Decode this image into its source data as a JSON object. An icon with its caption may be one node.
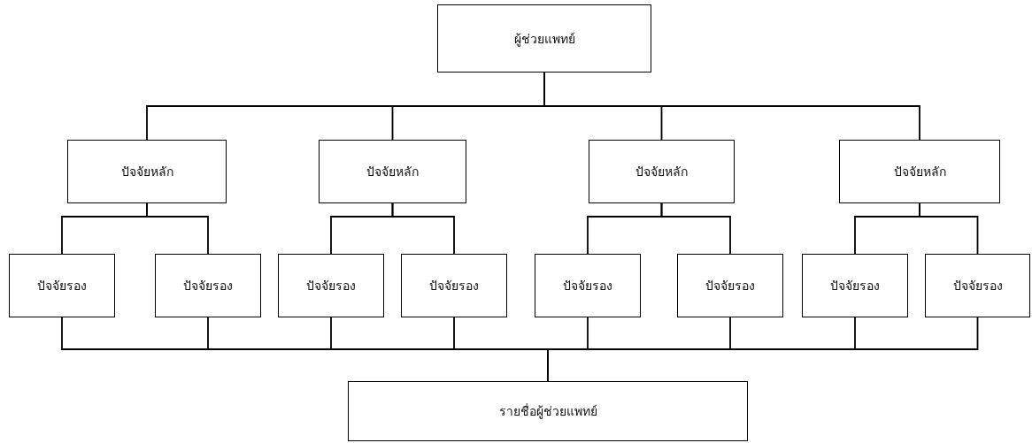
{
  "diagram": {
    "nodes": [
      {
        "text": [
          "ผู้ช่วยแพทย์"
        ]
      },
      {
        "text": [
          "ปัจจัยหลัก"
        ]
      },
      {
        "text": [
          "ปัจจัยหลัก"
        ]
      },
      {
        "text": [
          "ปัจจัยหลัก"
        ]
      },
      {
        "text": [
          "ปัจจัยหลัก"
        ]
      },
      {
        "text": [
          "ปัจจัยรอง"
        ]
      },
      {
        "text": [
          "ปัจจัยรอง"
        ]
      },
      {
        "text": [
          "ปัจจัยรอง"
        ]
      },
      {
        "text": [
          "ปัจจัยรอง"
        ]
      },
      {
        "text": [
          "ปัจจัยรอง"
        ]
      },
      {
        "text": [
          "ปัจจัยรอง"
        ]
      },
      {
        "text": [
          "ปัจจัยรอง"
        ]
      },
      {
        "text": [
          "ปัจจัยรอง"
        ]
      },
      {
        "text": [
          "รายชื่อผู้ช่วยแพทย์"
        ]
      }
    ],
    "edges": [
      {
        "from": 0,
        "to": 1,
        "arrow": "none"
      },
      {
        "from": 0,
        "to": 2,
        "arrow": "none"
      },
      {
        "from": 0,
        "to": 3,
        "arrow": "none"
      },
      {
        "from": 0,
        "to": 4,
        "arrow": "none"
      },
      {
        "from": 1,
        "to": 5,
        "arrow": "none"
      },
      {
        "from": 1,
        "to": 6,
        "arrow": "none"
      },
      {
        "from": 2,
        "to": 7,
        "arrow": "none"
      },
      {
        "from": 2,
        "to": 8,
        "arrow": "none"
      },
      {
        "from": 3,
        "to": 9,
        "arrow": "none"
      },
      {
        "from": 3,
        "to": 10,
        "arrow": "none"
      },
      {
        "from": 4,
        "to": 11,
        "arrow": "none"
      },
      {
        "from": 4,
        "to": 12,
        "arrow": "none"
      },
      {
        "from": 5,
        "to": 13,
        "arrow": "none"
      },
      {
        "from": 6,
        "to": 13,
        "arrow": "none"
      },
      {
        "from": 7,
        "to": 13,
        "arrow": "none"
      },
      {
        "from": 8,
        "to": 13,
        "arrow": "none"
      },
      {
        "from": 9,
        "to": 13,
        "arrow": "none"
      },
      {
        "from": 10,
        "to": 13,
        "arrow": "none"
      },
      {
        "from": 11,
        "to": 13,
        "arrow": "none"
      },
      {
        "from": 12,
        "to": 13,
        "arrow": "none"
      }
    ]
  }
}
